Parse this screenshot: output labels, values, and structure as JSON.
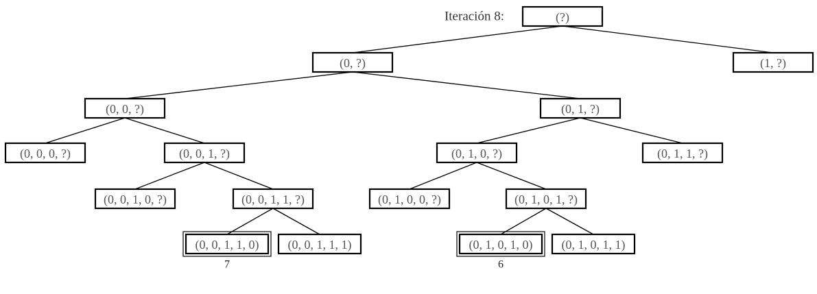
{
  "title": "Iteración 8:",
  "nodes": [
    {
      "id": "n_root",
      "label": "(?)"
    },
    {
      "id": "n_0",
      "label": "(0, ?)"
    },
    {
      "id": "n_1",
      "label": "(1, ?)"
    },
    {
      "id": "n_00",
      "label": "(0, 0, ?)"
    },
    {
      "id": "n_01",
      "label": "(0, 1, ?)"
    },
    {
      "id": "n_000",
      "label": "(0, 0, 0, ?)"
    },
    {
      "id": "n_001",
      "label": "(0, 0, 1, ?)"
    },
    {
      "id": "n_010",
      "label": "(0, 1, 0, ?)"
    },
    {
      "id": "n_011",
      "label": "(0, 1, 1, ?)"
    },
    {
      "id": "n_0010",
      "label": "(0, 0, 1, 0, ?)"
    },
    {
      "id": "n_0011",
      "label": "(0, 0, 1, 1, ?)"
    },
    {
      "id": "n_0100",
      "label": "(0, 1, 0, 0, ?)"
    },
    {
      "id": "n_0101",
      "label": "(0, 1, 0, 1, ?)"
    },
    {
      "id": "n_00110",
      "label": "(0, 0, 1, 1, 0)",
      "double": true,
      "value": "7"
    },
    {
      "id": "n_00111",
      "label": "(0, 0, 1, 1, 1)"
    },
    {
      "id": "n_01010",
      "label": "(0, 1, 0, 1, 0)",
      "double": true,
      "value": "6"
    },
    {
      "id": "n_01011",
      "label": "(0, 1, 0, 1, 1)"
    }
  ],
  "edges": [
    [
      "n_root",
      "n_0"
    ],
    [
      "n_root",
      "n_1"
    ],
    [
      "n_0",
      "n_00"
    ],
    [
      "n_0",
      "n_01"
    ],
    [
      "n_00",
      "n_000"
    ],
    [
      "n_00",
      "n_001"
    ],
    [
      "n_01",
      "n_010"
    ],
    [
      "n_01",
      "n_011"
    ],
    [
      "n_001",
      "n_0010"
    ],
    [
      "n_001",
      "n_0011"
    ],
    [
      "n_010",
      "n_0100"
    ],
    [
      "n_010",
      "n_0101"
    ],
    [
      "n_0011",
      "n_00110"
    ],
    [
      "n_0011",
      "n_00111"
    ],
    [
      "n_0101",
      "n_01010"
    ],
    [
      "n_0101",
      "n_01011"
    ]
  ]
}
